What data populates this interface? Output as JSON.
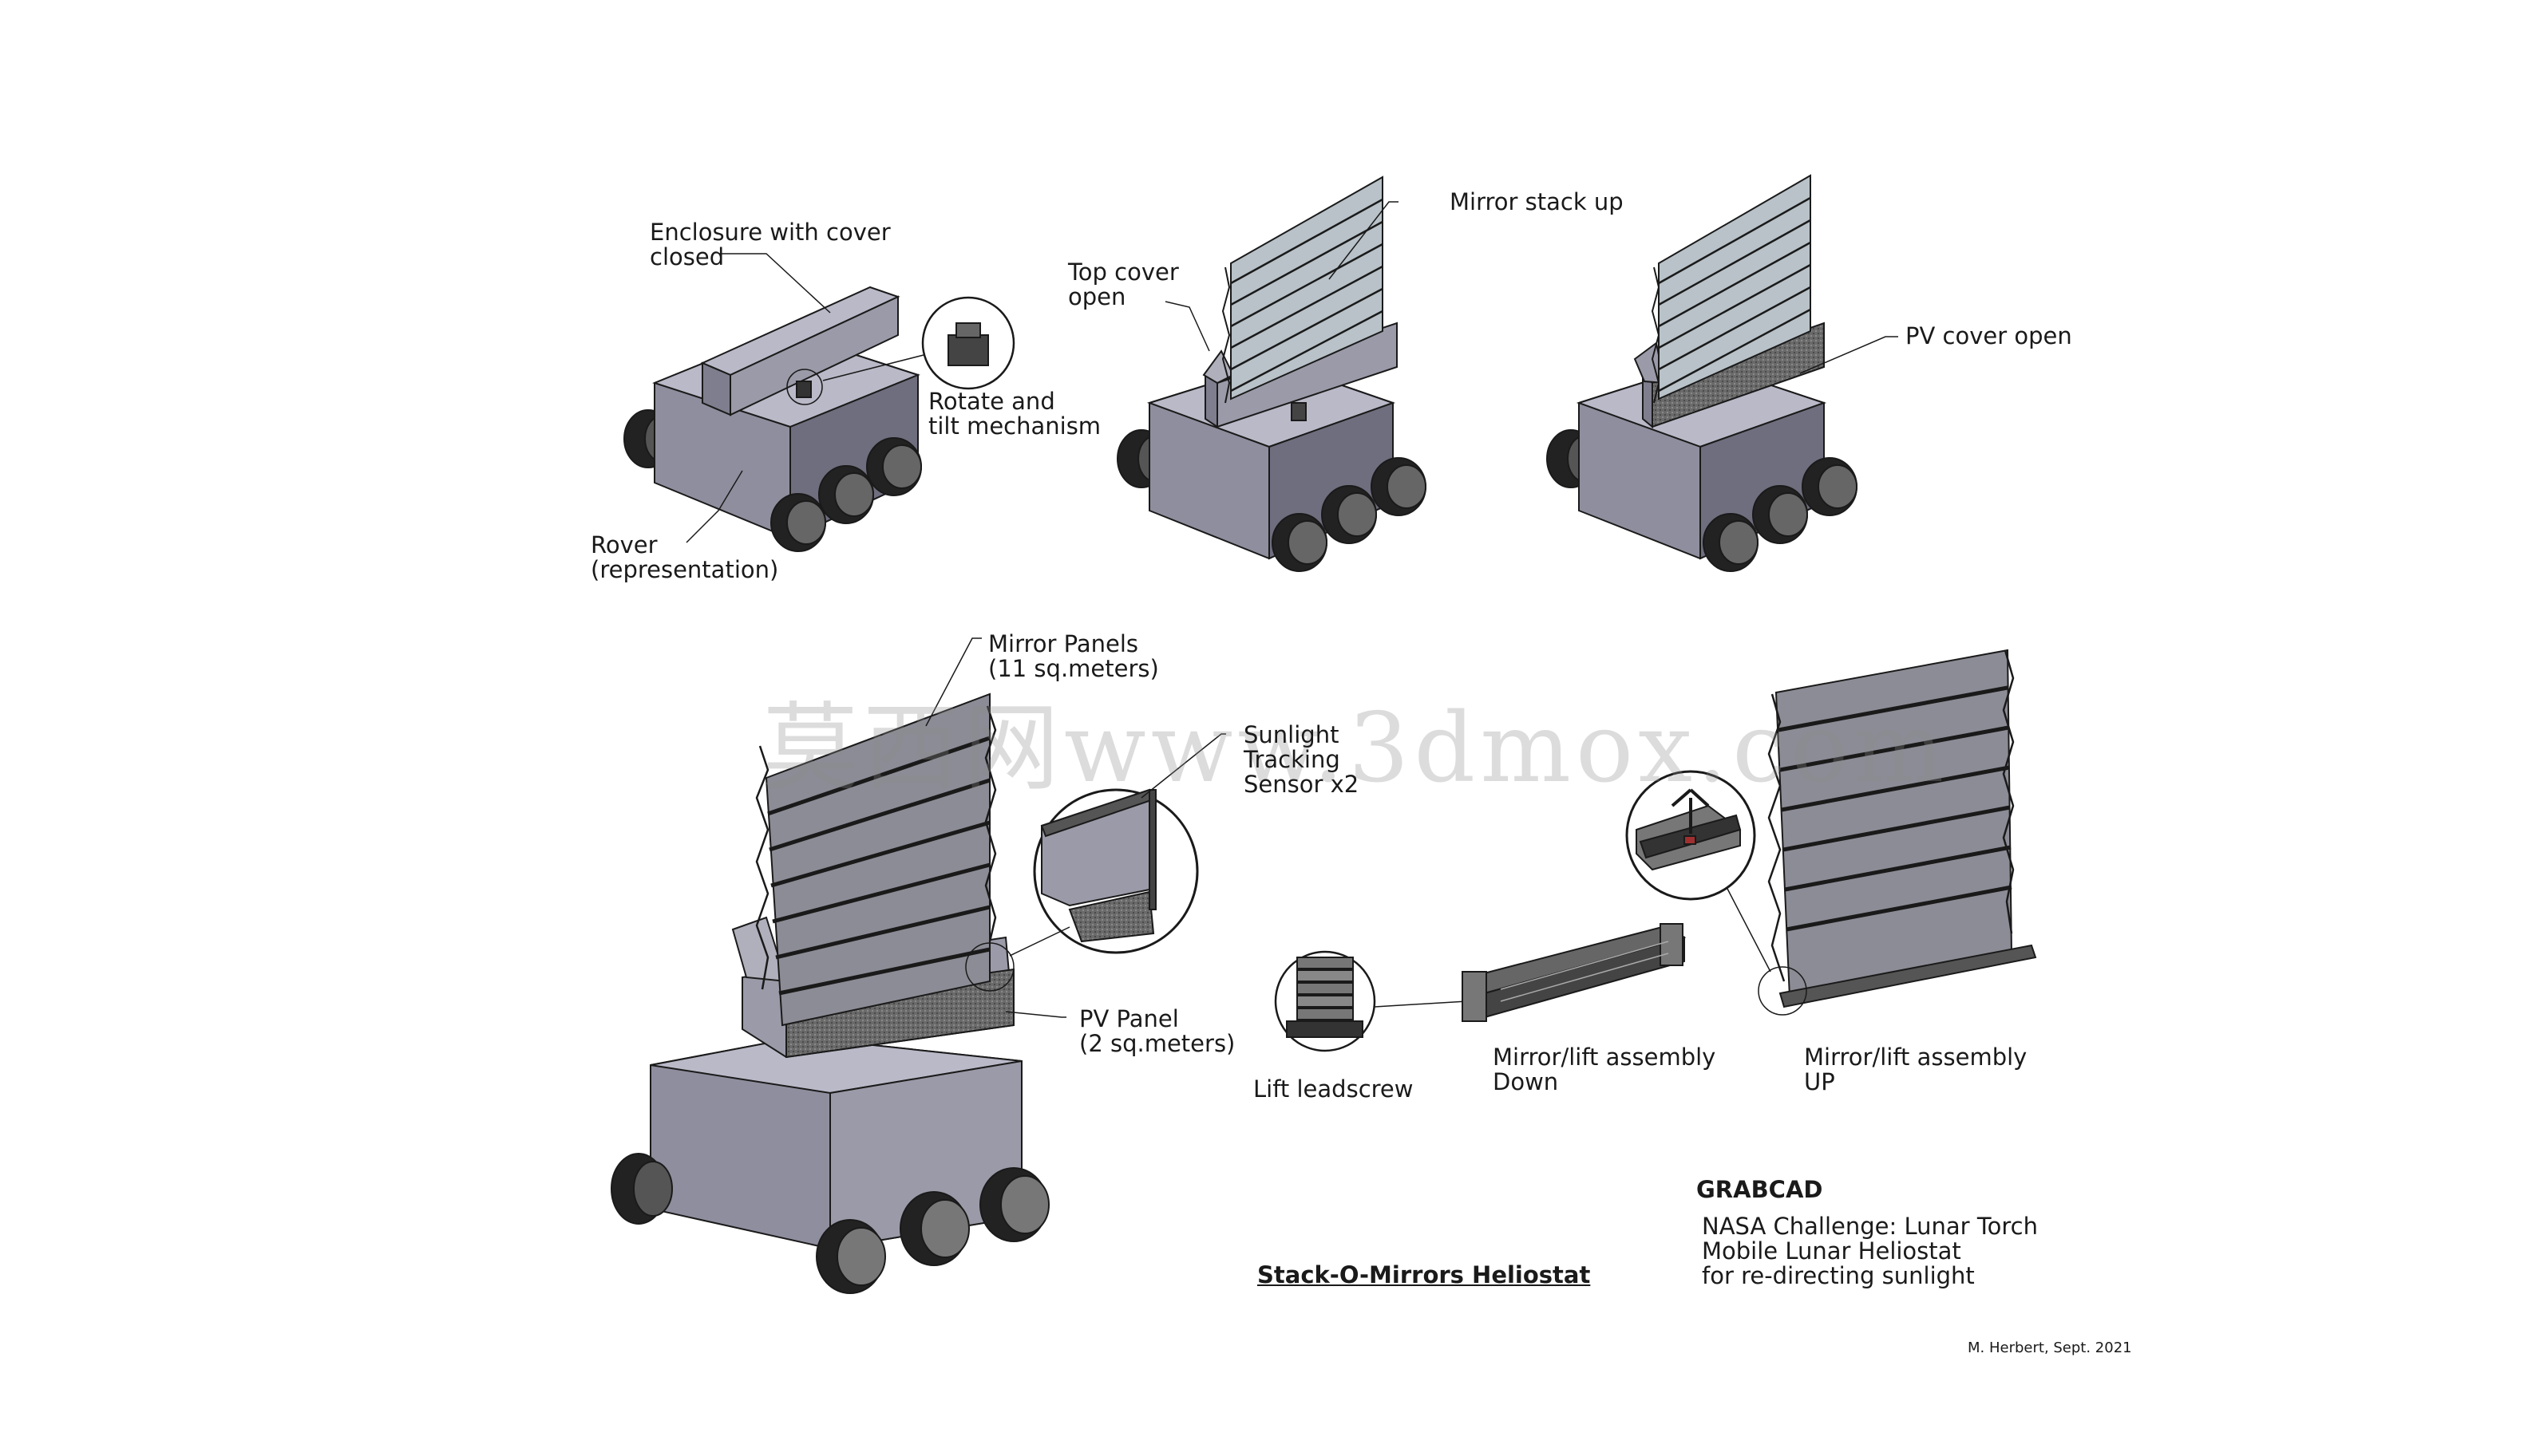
{
  "labels": {
    "enclosure": "Enclosure with cover\nclosed",
    "rotate_tilt": "Rotate and\ntilt mechanism",
    "rover": "Rover\n(representation)",
    "top_cover": "Top cover\nopen",
    "mirror_stack": "Mirror stack up",
    "pv_cover": "PV cover open",
    "mirror_panels": "Mirror Panels\n(11 sq.meters)",
    "sunlight_sensor": "Sunlight\nTracking\nSensor x2",
    "pv_panel": "PV Panel\n(2 sq.meters)",
    "lift_leadscrew": "Lift leadscrew",
    "assembly_down": "Mirror/lift assembly\nDown",
    "assembly_up": "Mirror/lift assembly\nUP"
  },
  "title_block": {
    "brand": "GRABCAD",
    "description": "NASA Challenge: Lunar Torch\nMobile Lunar Heliostat\nfor re-directing sunlight",
    "drawing_title": "Stack-O-Mirrors Heliostat",
    "author": "M. Herbert, Sept. 2021"
  },
  "watermark": "莫西网www.3dmox.com",
  "colors": {
    "body_face": "#8e8e9e",
    "body_top": "#b9b9c8",
    "body_side": "#6e6e7e",
    "mirror": "#b8c2c8",
    "mirror_dark": "#8c8c96",
    "wheel": "#222226",
    "line": "#1a1a1a"
  }
}
